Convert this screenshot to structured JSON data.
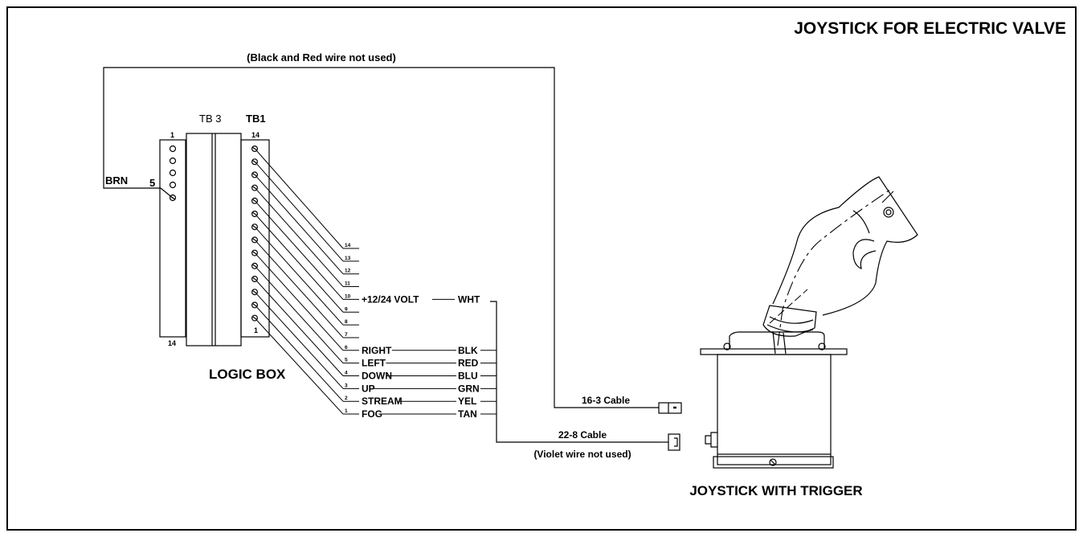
{
  "title": "JOYSTICK FOR ELECTRIC VALVE",
  "top_note": "(Black and Red wire not used)",
  "logic_box_label": "LOGIC BOX",
  "tb3": {
    "label": "TB 3",
    "top_num": "1",
    "bottom_num": "14",
    "brn_label": "BRN",
    "brn_terminal": "5"
  },
  "tb1": {
    "label": "TB1",
    "top_num": "14",
    "bottom_num": "1"
  },
  "terminals": [
    {
      "num": "14",
      "label": "",
      "color": ""
    },
    {
      "num": "13",
      "label": "",
      "color": ""
    },
    {
      "num": "12",
      "label": "",
      "color": ""
    },
    {
      "num": "11",
      "label": "",
      "color": ""
    },
    {
      "num": "10",
      "label": "+12/24 VOLT",
      "color": "WHT"
    },
    {
      "num": "9",
      "label": "",
      "color": ""
    },
    {
      "num": "8",
      "label": "",
      "color": ""
    },
    {
      "num": "7",
      "label": "",
      "color": ""
    },
    {
      "num": "6",
      "label": "RIGHT",
      "color": "BLK"
    },
    {
      "num": "5",
      "label": "LEFT",
      "color": "RED"
    },
    {
      "num": "4",
      "label": "DOWN",
      "color": "BLU"
    },
    {
      "num": "3",
      "label": "UP",
      "color": "GRN"
    },
    {
      "num": "2",
      "label": "STREAM",
      "color": "YEL"
    },
    {
      "num": "1",
      "label": "FOG",
      "color": "TAN"
    }
  ],
  "cable_16": "16-3 Cable",
  "cable_22": "22-8 Cable",
  "violet_note": "(Violet wire not used)",
  "joystick_label": "JOYSTICK WITH TRIGGER"
}
